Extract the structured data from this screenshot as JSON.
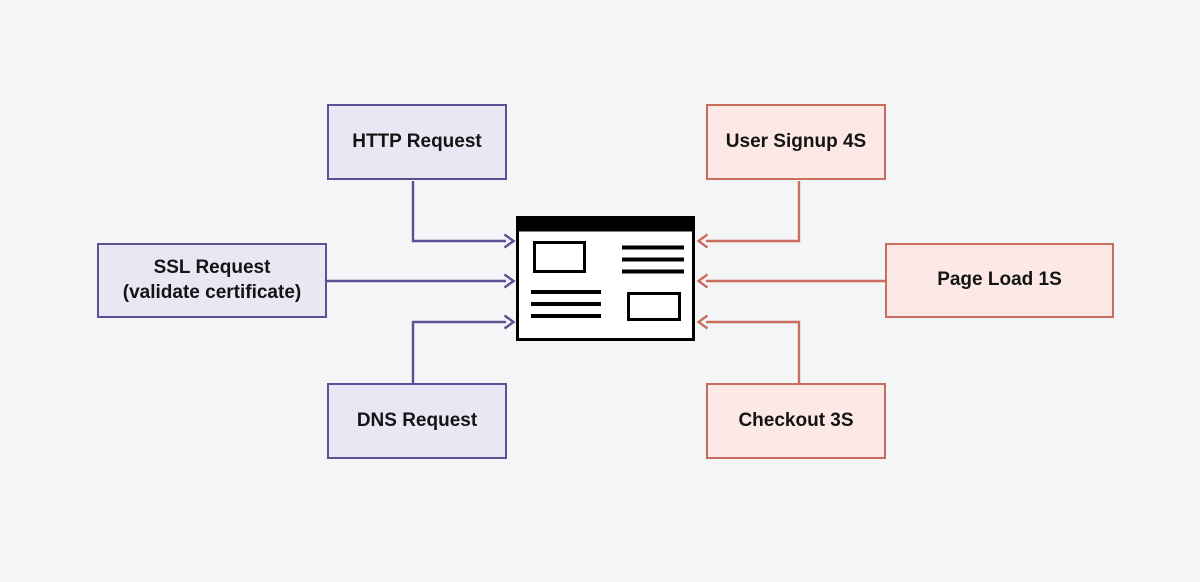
{
  "colors": {
    "canvas_bg": "#f4f5f7",
    "request_border": "#5a5295",
    "request_fill": "#eae7f4",
    "metric_border": "#c96d5e",
    "metric_fill": "#fce9e5",
    "browser_black": "#000000",
    "text_color": "#141414"
  },
  "nodes": {
    "http": {
      "label": "HTTP Request"
    },
    "ssl": {
      "label": "SSL Request",
      "sublabel": "(validate certificate)"
    },
    "dns": {
      "label": "DNS Request"
    },
    "signup": {
      "label": "User Signup 4S"
    },
    "pageload": {
      "label": "Page Load 1S"
    },
    "checkout": {
      "label": "Checkout 3S"
    }
  }
}
